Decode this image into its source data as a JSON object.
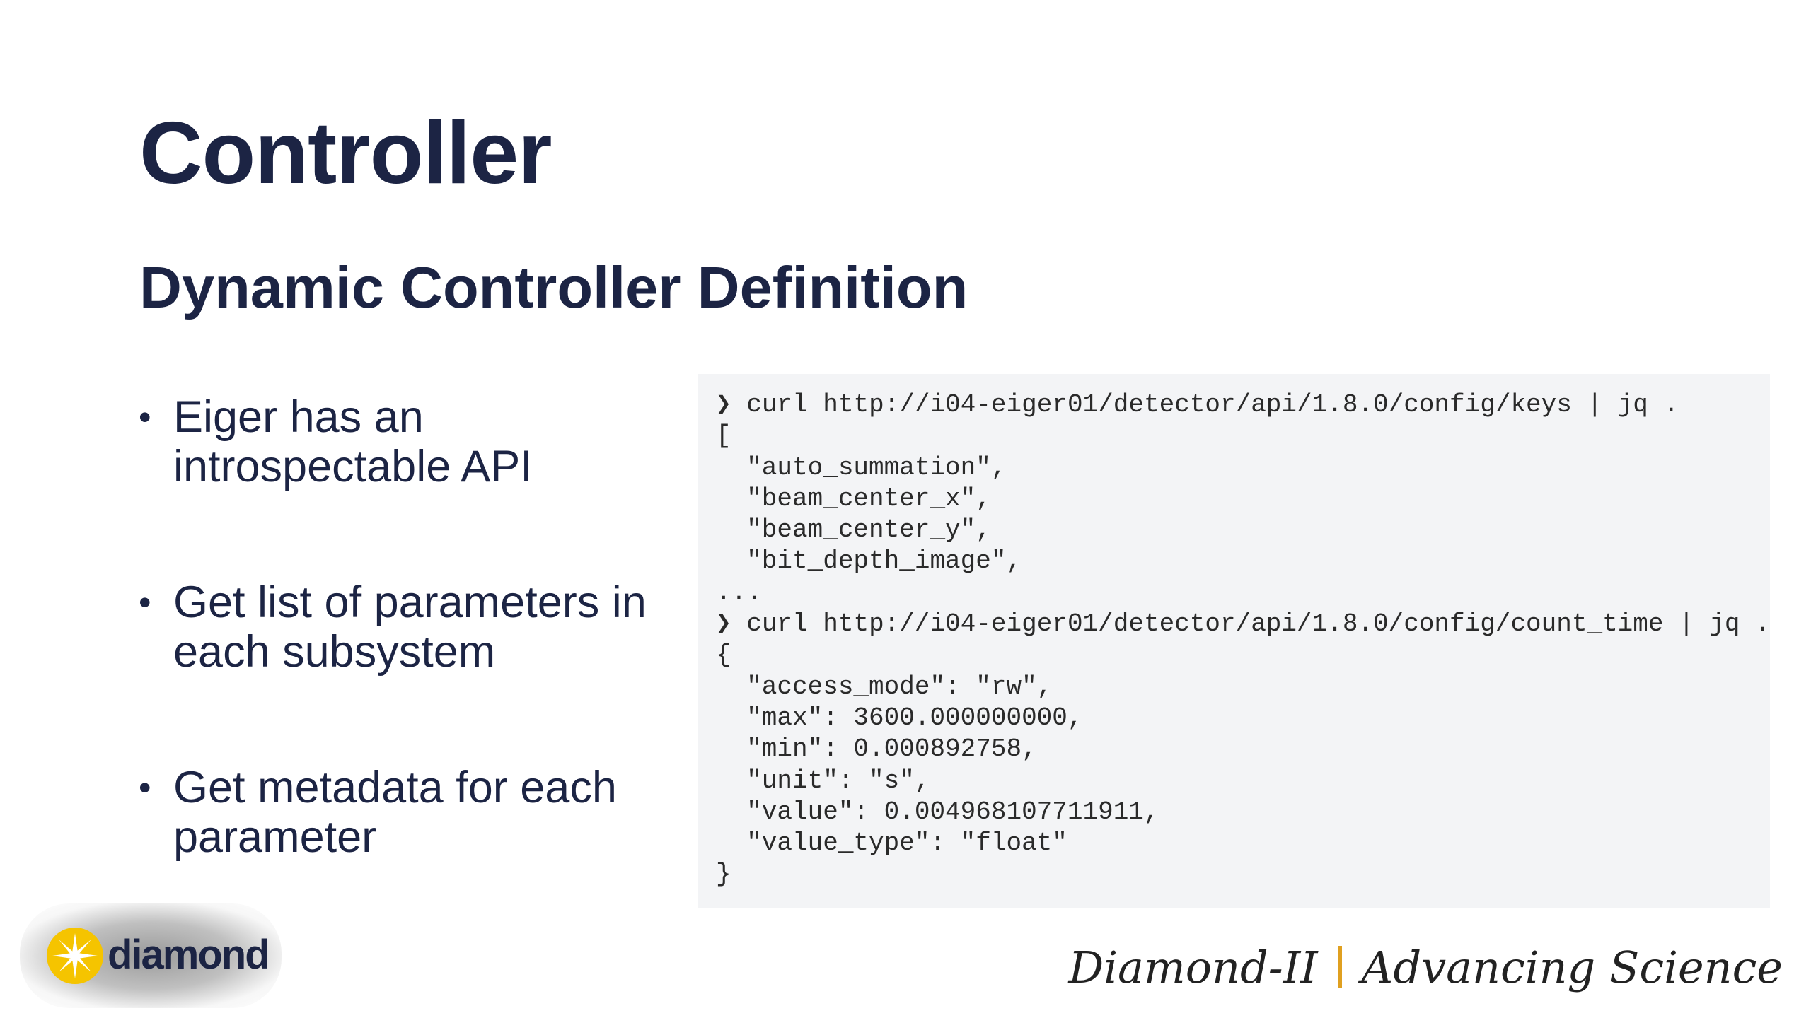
{
  "slide": {
    "title": "Controller",
    "subtitle": "Dynamic Controller Definition"
  },
  "bullets": [
    {
      "marker": "•",
      "text": "Eiger has an introspectable API"
    },
    {
      "marker": "•",
      "text": "Get list of parameters in each subsystem"
    },
    {
      "marker": "•",
      "text": "Get metadata for each parameter"
    }
  ],
  "code": {
    "lines": [
      "❯ curl http://i04-eiger01/detector/api/1.8.0/config/keys | jq .",
      "[",
      "  \"auto_summation\",",
      "  \"beam_center_x\",",
      "  \"beam_center_y\",",
      "  \"bit_depth_image\",",
      "...",
      "❯ curl http://i04-eiger01/detector/api/1.8.0/config/count_time | jq .",
      "{",
      "  \"access_mode\": \"rw\",",
      "  \"max\": 3600.000000000,",
      "  \"min\": 0.000892758,",
      "  \"unit\": \"s\",",
      "  \"value\": 0.004968107711911,",
      "  \"value_type\": \"float\"",
      "}"
    ]
  },
  "footer": {
    "logo_text": "diamond",
    "logo_icon": "diamond-sun-logo-icon",
    "tagline_left": "Diamond-II",
    "tagline_right": "Advancing Science",
    "tagline_separator_color": "#e0a020"
  },
  "colors": {
    "title": "#1c2444",
    "code_bg": "#f3f4f6",
    "logo_sun": "#f5c400"
  }
}
